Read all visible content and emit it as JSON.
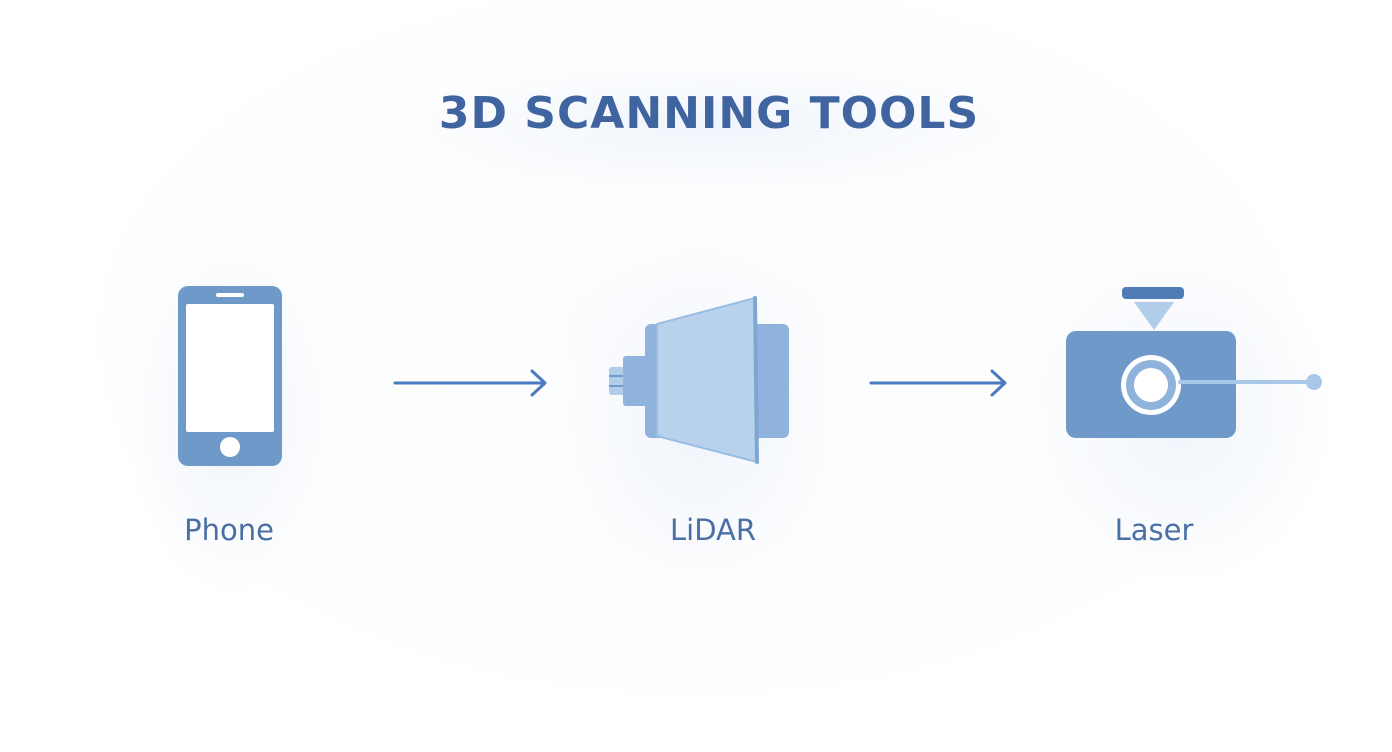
{
  "title": "3D SCANNING TOOLS",
  "steps": [
    {
      "label": "Phone",
      "icon": "phone-icon"
    },
    {
      "label": "LiDAR",
      "icon": "lidar-sensor-icon"
    },
    {
      "label": "Laser",
      "icon": "laser-scanner-icon"
    }
  ],
  "colors": {
    "title": "#3f64a0",
    "label": "#4a6fa5",
    "icon_dark": "#6f99c8",
    "icon_light": "#b2cdea",
    "arrow": "#4a7ac0",
    "laser_beam": "#a8c8ea"
  }
}
